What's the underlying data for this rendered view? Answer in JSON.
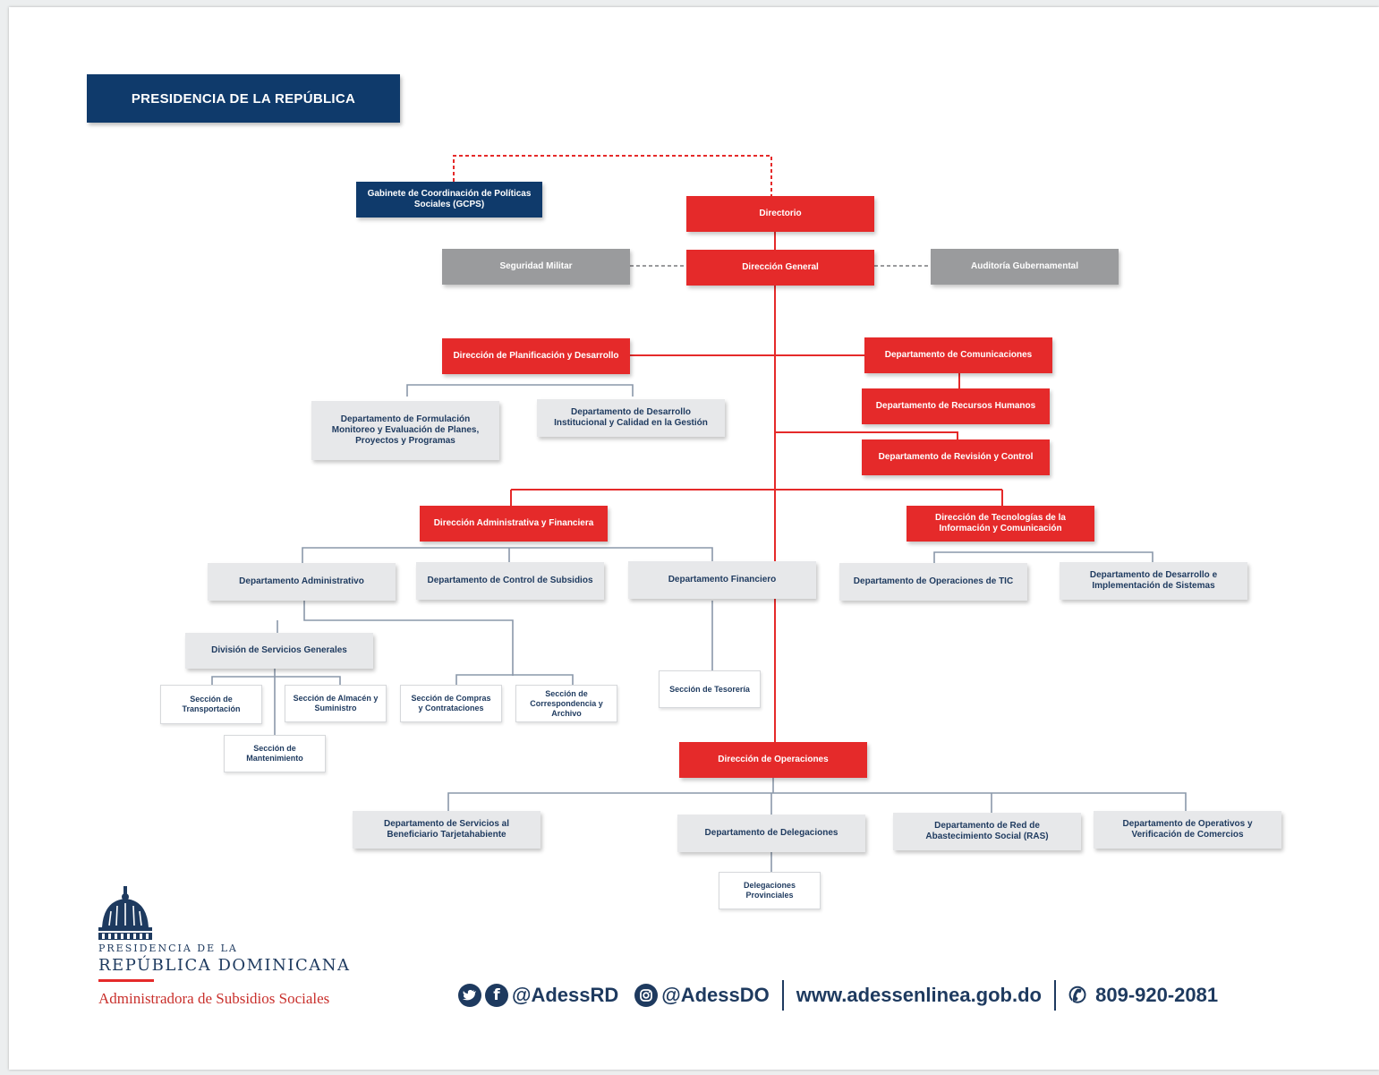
{
  "header": {
    "title": "PRESIDENCIA DE LA REPÚBLICA"
  },
  "org": {
    "gcps": "Gabinete de Coordinación de Políticas Sociales (GCPS)",
    "directorio": "Directorio",
    "seguridad": "Seguridad Militar",
    "direccion_general": "Dirección General",
    "auditoria": "Auditoría Gubernamental",
    "planificacion": "Dirección de Planificación y Desarrollo",
    "formulacion": "Departamento de Formulación Monitoreo y Evaluación de Planes, Proyectos y Programas",
    "desarrollo_inst": "Departamento de Desarrollo Institucional y Calidad en la Gestión",
    "comunicaciones": "Departamento de Comunicaciones",
    "rrhh": "Departamento de Recursos Humanos",
    "revision": "Departamento de Revisión y Control",
    "administrativa": "Dirección Administrativa y Financiera",
    "tic": "Dirección de Tecnologías de la Información y Comunicación",
    "dep_admin": "Departamento Administrativo",
    "control_subsidios": "Departamento de Control de Subsidios",
    "financiero": "Departamento Financiero",
    "operaciones_tic": "Departamento de Operaciones de TIC",
    "desarrollo_sistemas": "Departamento de Desarrollo e Implementación de Sistemas",
    "servicios_generales": "División de Servicios Generales",
    "transportacion": "Sección de Transportación",
    "almacen": "Sección de Almacén y Suministro",
    "compras": "Sección de Compras y Contrataciones",
    "correspondencia": "Sección de Correspondencia y Archivo",
    "mantenimiento": "Sección de Mantenimiento",
    "tesoreria": "Sección de Tesorería",
    "operaciones": "Dirección de Operaciones",
    "servicios_beneficiario": "Departamento de Servicios al Beneficiario Tarjetahabiente",
    "delegaciones": "Departamento de Delegaciones",
    "red_abastecimiento": "Departamento de Red de Abastecimiento Social (RAS)",
    "verificacion_comercios": "Departamento de Operativos y Verificación de Comercios",
    "delegaciones_provinciales": "Delegaciones Provinciales"
  },
  "logo": {
    "small": "PRESIDENCIA DE LA",
    "big": "REPÚBLICA DOMINICANA",
    "agency": "Administradora de Subsidios Sociales"
  },
  "footer": {
    "handle1": "@AdessRD",
    "handle2": "@AdessDO",
    "website": "www.adessenlinea.gob.do",
    "phone": "809-920-2081"
  },
  "colors": {
    "red": "#e52a2a",
    "navy": "#0f3a6b",
    "gray": "#9a9b9d",
    "light_box": "#e7e8ea"
  },
  "icons": [
    "twitter-icon",
    "facebook-icon",
    "instagram-icon",
    "phone-icon",
    "capitol-dome-icon"
  ]
}
